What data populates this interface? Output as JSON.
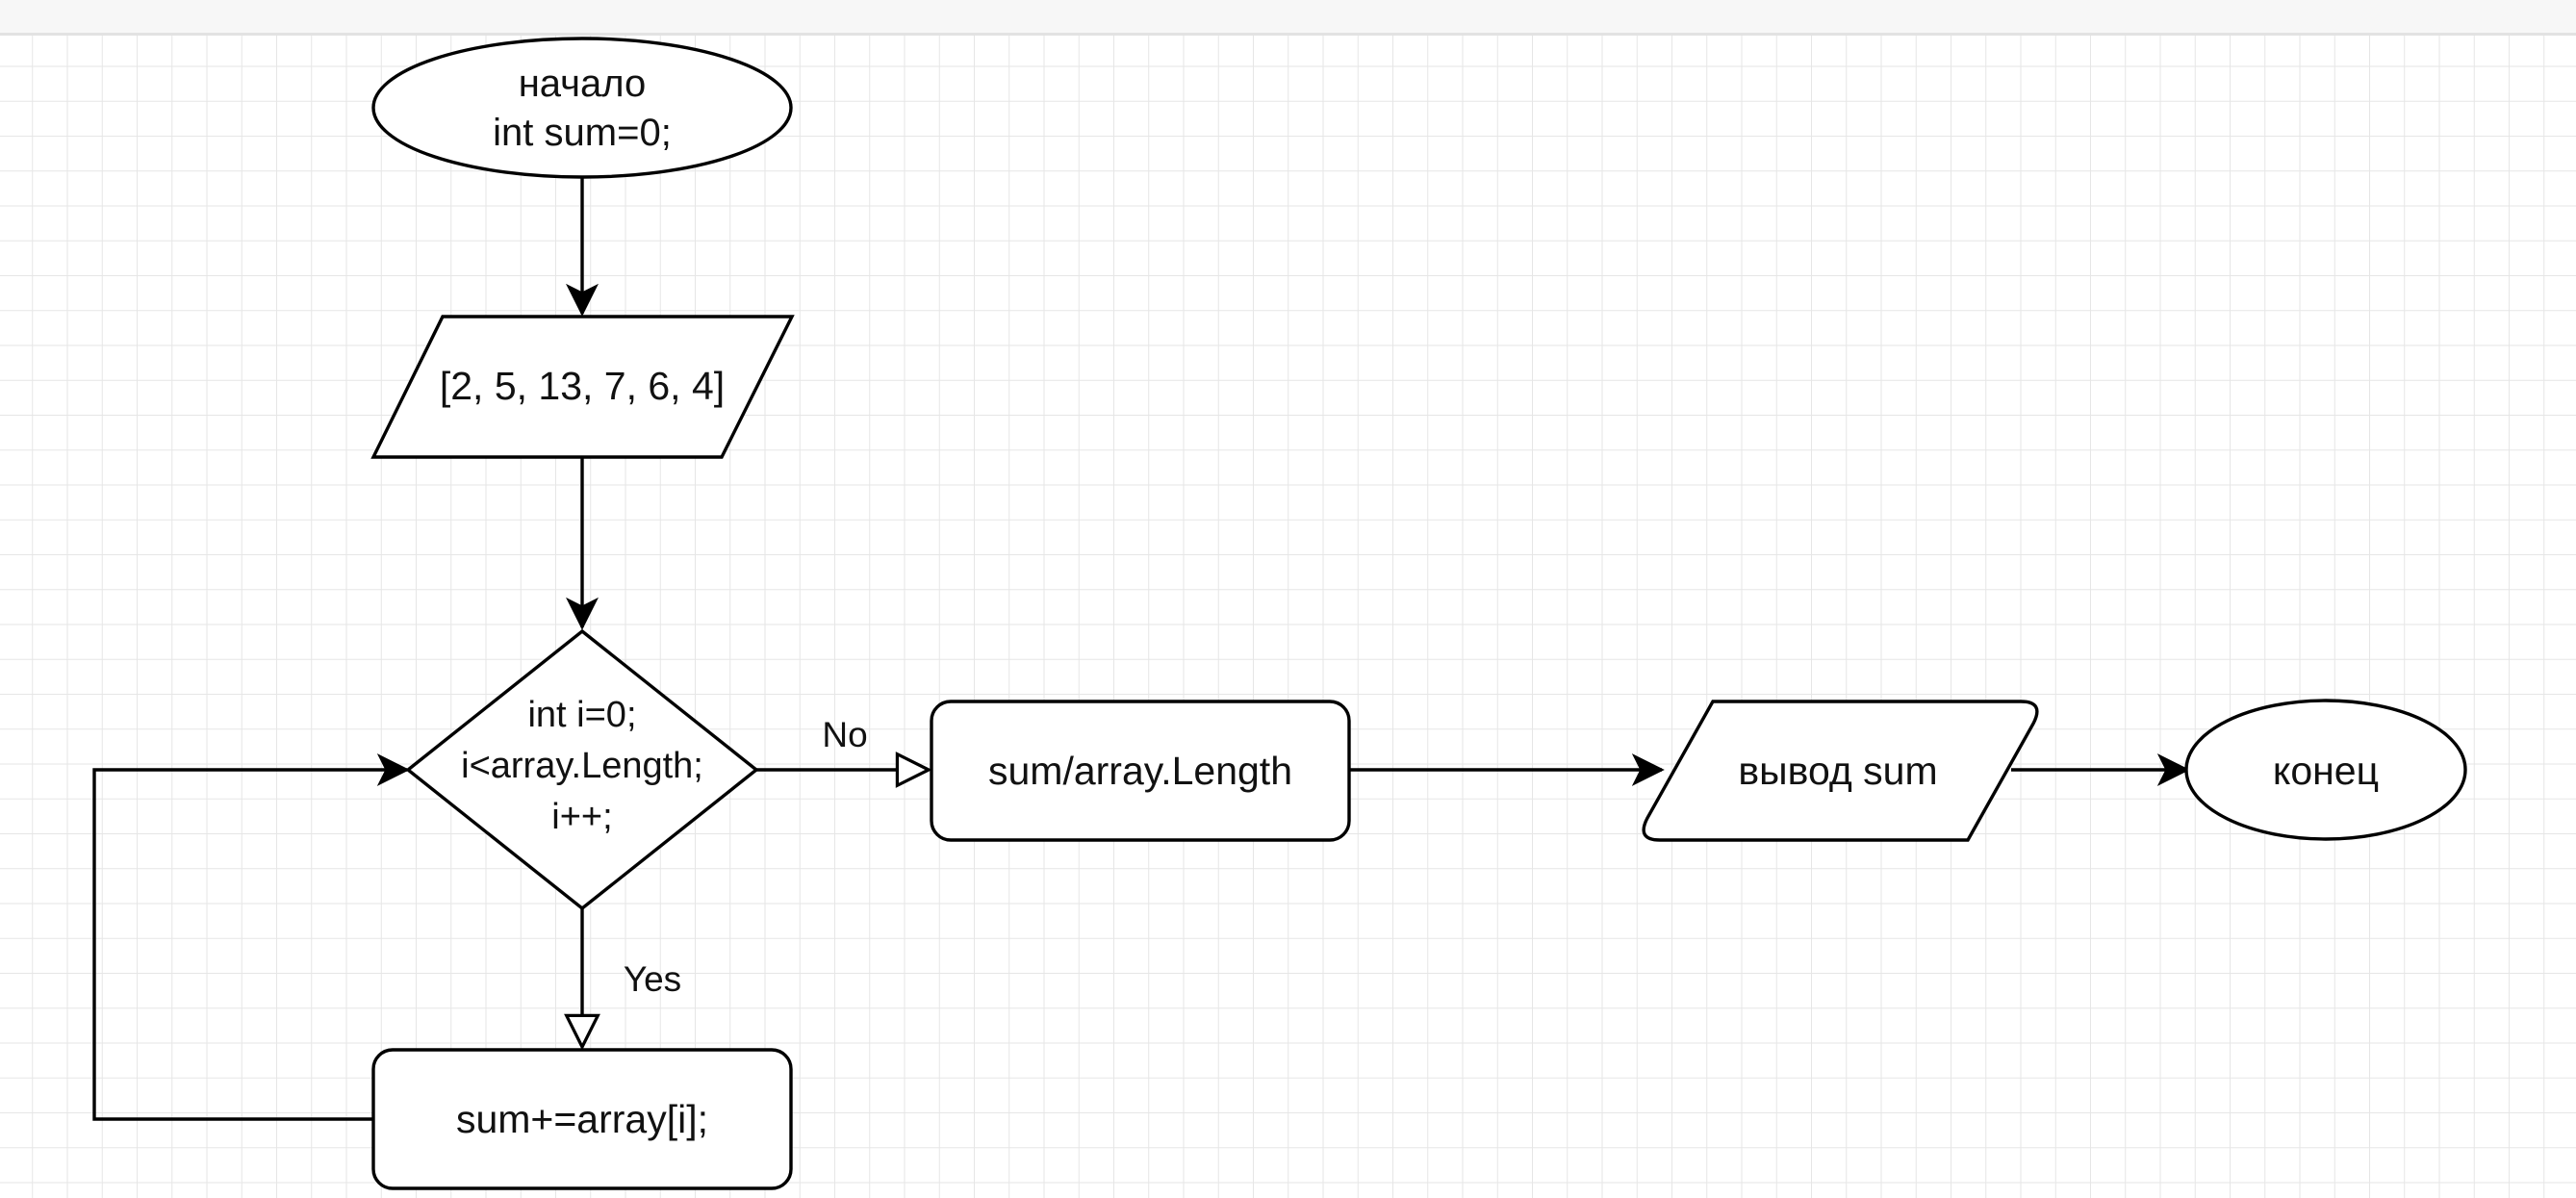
{
  "nodes": {
    "start": {
      "line1": "начало",
      "line2": "int sum=0;"
    },
    "input": {
      "text": "[2, 5, 13, 7, 6, 4]"
    },
    "loop": {
      "line1": "int i=0;",
      "line2": "i<array.Length;",
      "line3": "i++;"
    },
    "accumulate": {
      "text": "sum+=array[i];"
    },
    "average": {
      "text": "sum/array.Length"
    },
    "output": {
      "text": "вывод sum"
    },
    "end": {
      "text": "конец"
    }
  },
  "edges": {
    "no_label": "No",
    "yes_label": "Yes"
  },
  "colors": {
    "stroke": "#000000",
    "fill": "#ffffff",
    "grid": "#e6e6e6",
    "text": "#111111"
  }
}
